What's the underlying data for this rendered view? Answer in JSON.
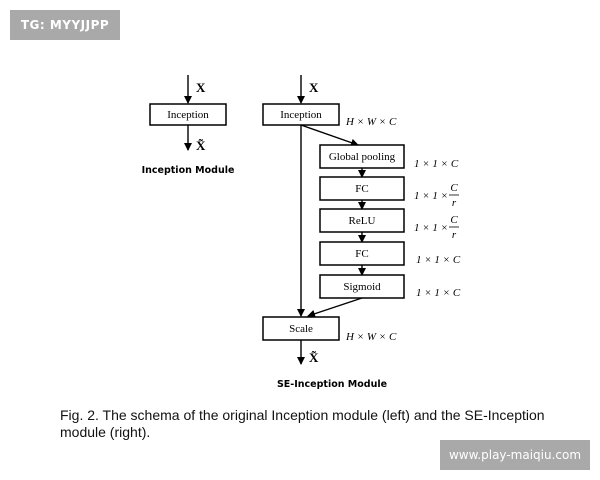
{
  "watermarks": {
    "top_left": "TG: MYYJJPP",
    "bottom_right": "www.play-maiqiu.com"
  },
  "left_module": {
    "input_label": "X",
    "inception_label": "Inception",
    "output_label": "X̃",
    "title": "Inception Module"
  },
  "right_module": {
    "input_label": "X",
    "inception_label": "Inception",
    "inception_dim": "H × W × C",
    "blocks": [
      {
        "label": "Global pooling",
        "dim": "1 × 1 × C"
      },
      {
        "label": "FC",
        "dim_prefix": "1 × 1 × ",
        "dim_num": "C",
        "dim_den": "r"
      },
      {
        "label": "ReLU",
        "dim_prefix": "1 × 1 × ",
        "dim_num": "C",
        "dim_den": "r"
      },
      {
        "label": "FC",
        "dim": "1 × 1 × C"
      },
      {
        "label": "Sigmoid",
        "dim": "1 × 1 × C"
      }
    ],
    "scale_label": "Scale",
    "scale_dim": "H × W × C",
    "output_label": "X̃",
    "title": "SE-Inception Module"
  },
  "caption": "Fig. 2. The schema of the original Inception module (left) and the SE-Inception module (right)."
}
